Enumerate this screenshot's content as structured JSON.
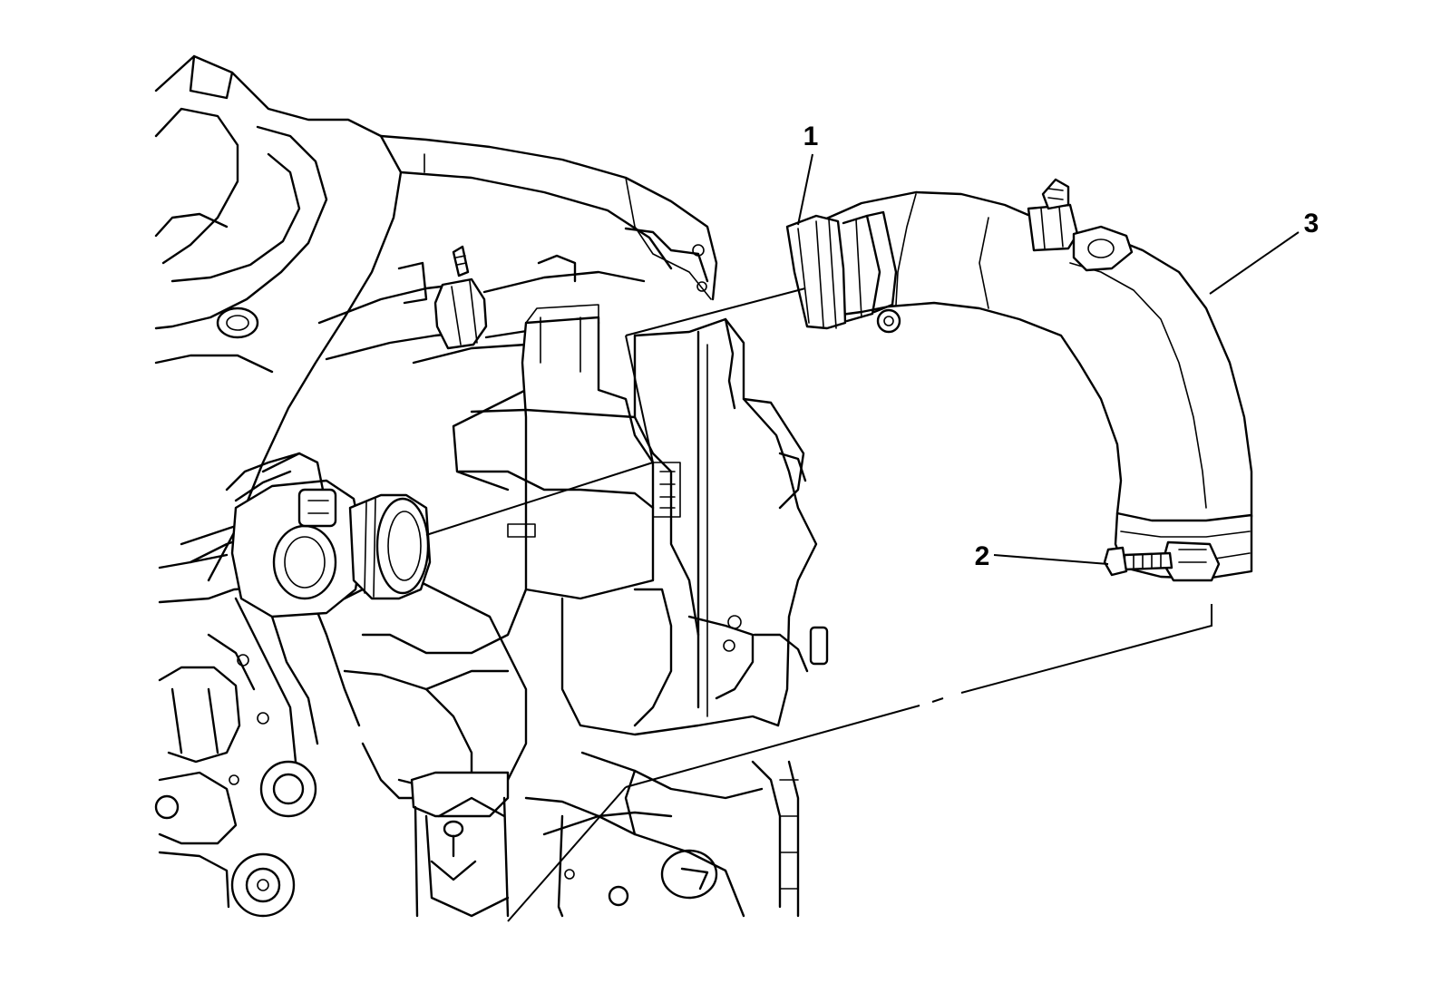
{
  "callouts": [
    {
      "id": "1",
      "label": "1"
    },
    {
      "id": "2",
      "label": "2"
    },
    {
      "id": "3",
      "label": "3"
    }
  ],
  "icons": [
    "engine-compartment-illustration",
    "air-intake-duct",
    "clamp-bolt",
    "throttle-body"
  ]
}
